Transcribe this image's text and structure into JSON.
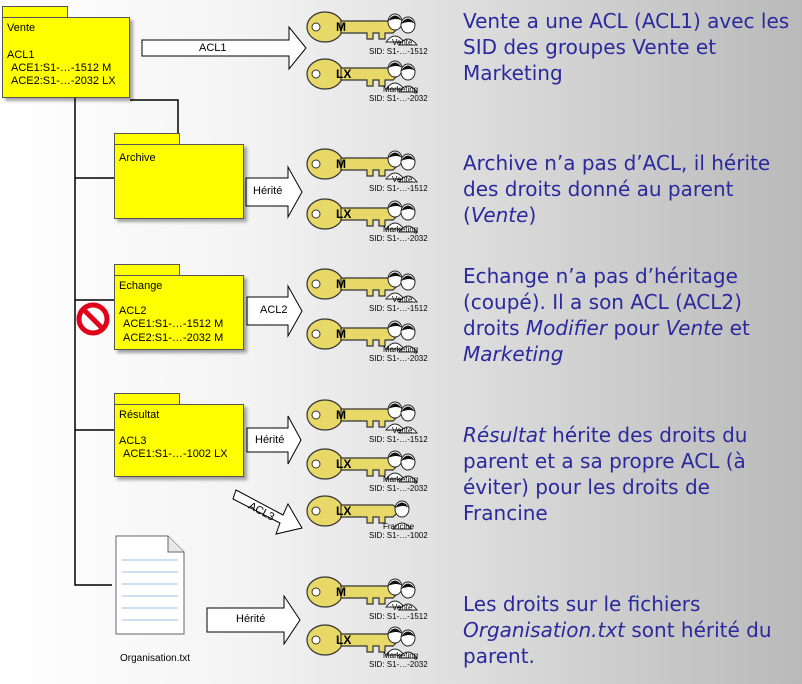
{
  "folders": {
    "vente": {
      "name": "Vente",
      "acl_title": "ACL1",
      "ace1": "ACE1:S1-…-1512 M",
      "ace2": "ACE2:S1-…-2032 LX"
    },
    "archive": {
      "name": "Archive"
    },
    "echange": {
      "name": "Echange",
      "acl_title": "ACL2",
      "ace1": "ACE1:S1-…-1512 M",
      "ace2": "ACE2:S1-…-2032 M"
    },
    "resultat": {
      "name": "Résultat",
      "acl_title": "ACL3",
      "ace1": "ACE1:S1-…-1002 LX"
    }
  },
  "file": {
    "name": "Organisation.txt"
  },
  "arrows": {
    "acl1": "ACL1",
    "herite_archive": "Hérité",
    "acl2": "ACL2",
    "herite_resultat": "Hérité",
    "acl3": "ACL3",
    "herite_file": "Hérité"
  },
  "keys": {
    "m": "M",
    "lx": "LX",
    "vente_group": "Vente",
    "marketing_group": "Marketing",
    "francine_user": "Francine",
    "sid_1512": "SID: S1-…-1512",
    "sid_2032": "SID: S1-…-2032",
    "sid_1002": "SID: S1-…-1002"
  },
  "descriptions": {
    "d1": {
      "text": "Vente a une ACL (ACL1) avec les SID des groupes Vente et Marketing"
    },
    "d2": {
      "a": "Archive n’a pas d’ACL, il hérite des droits donné au parent (",
      "b": "Vente",
      "c": ")"
    },
    "d3": {
      "a": "Echange n’a pas d’héritage (coupé). Il a son ACL (ACL2) droits ",
      "b": "Modifier",
      "c": " pour ",
      "d": "Vente",
      "e": " et ",
      "f": "Marketing"
    },
    "d4": {
      "a": "Résultat",
      "b": " hérite des droits du parent et a sa propre ACL (à éviter) pour les droits de Francine"
    },
    "d5": {
      "a": "Les droits sur le fichiers ",
      "b": "Organisation.txt",
      "c": " sont hérité du parent."
    }
  },
  "colors": {
    "folder": "#ffff00",
    "key": "#e8d868",
    "text": "#2a2a9c",
    "block": "#e0001a"
  }
}
